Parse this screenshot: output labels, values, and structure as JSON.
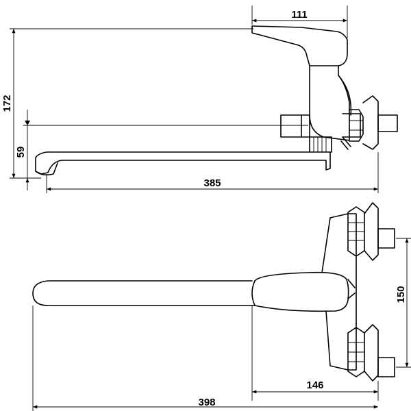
{
  "dimensions": {
    "top_width": "111",
    "total_height": "172",
    "spout_height": "59",
    "spout_length": "385",
    "inlet_spacing": "150",
    "body_depth": "146",
    "total_length": "398"
  }
}
